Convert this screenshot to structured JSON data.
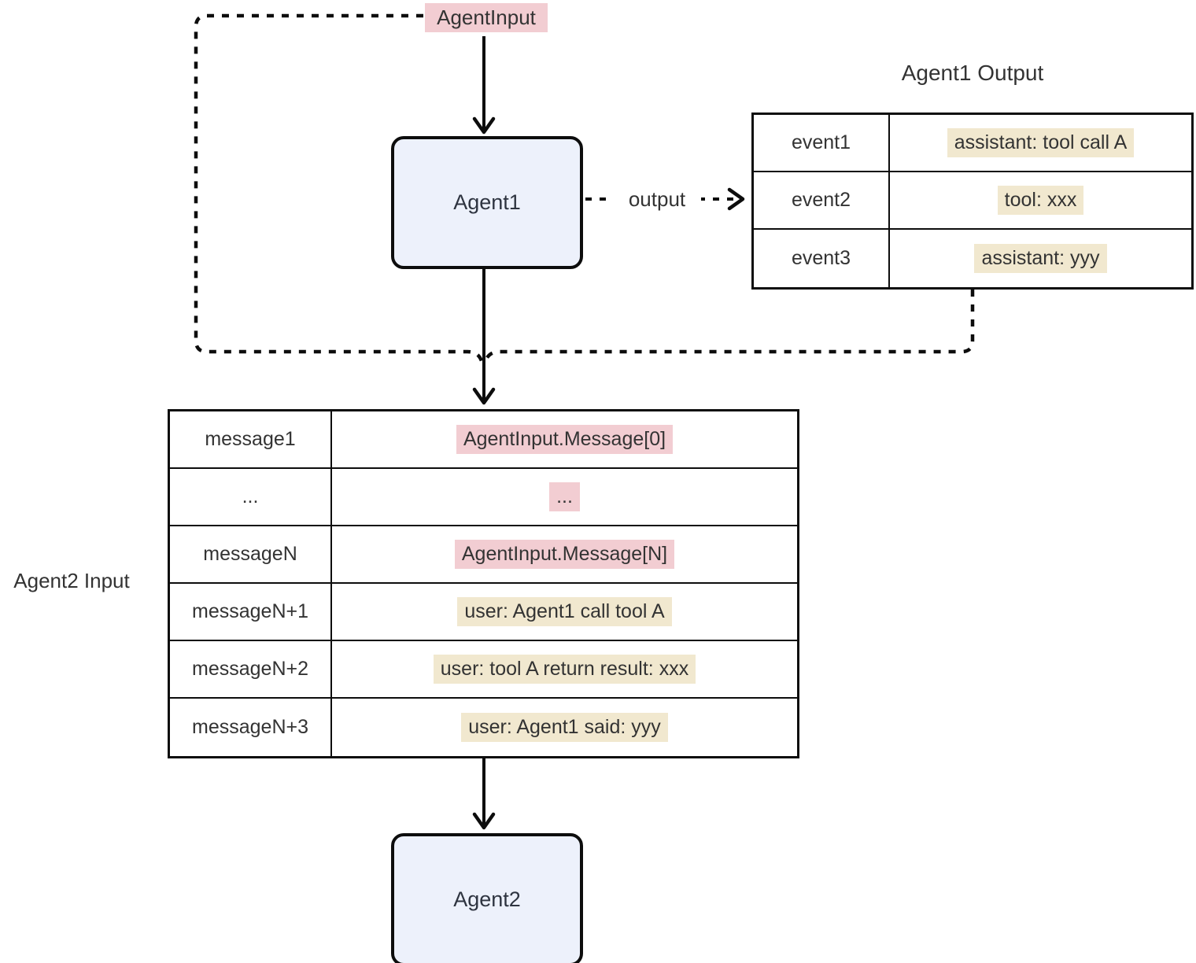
{
  "labels": {
    "agent_input": "AgentInput",
    "agent1": "Agent1",
    "agent2": "Agent2",
    "output_edge": "output"
  },
  "agent1_output": {
    "title": "Agent1 Output",
    "rows": [
      {
        "key": "event1",
        "value": "assistant: tool call A"
      },
      {
        "key": "event2",
        "value": "tool: xxx"
      },
      {
        "key": "event3",
        "value": "assistant: yyy"
      }
    ]
  },
  "agent2_input": {
    "title": "Agent2 Input",
    "rows": [
      {
        "key": "message1",
        "value": "AgentInput.Message[0]"
      },
      {
        "key": "...",
        "value": "..."
      },
      {
        "key": "messageN",
        "value": "AgentInput.Message[N]"
      },
      {
        "key": "messageN+1",
        "value": "user: Agent1 call tool A"
      },
      {
        "key": "messageN+2",
        "value": "user: tool A return result: xxx"
      },
      {
        "key": "messageN+3",
        "value": "user: Agent1 said: yyy"
      }
    ]
  },
  "colors": {
    "pink_highlight": "#f2cdd2",
    "cream_highlight": "#f1e8cf",
    "node_fill": "#edf1fb",
    "line": "#0d0d0d",
    "text": "#333333"
  }
}
